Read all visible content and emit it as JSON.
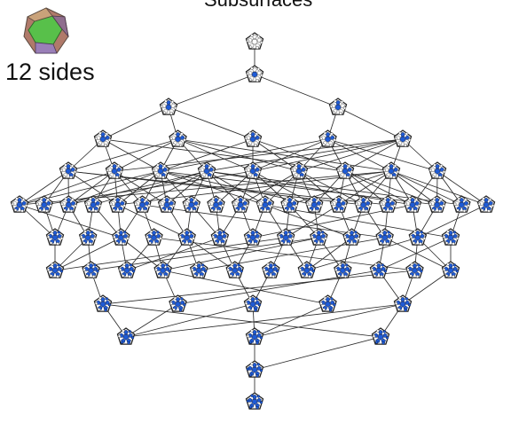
{
  "header": {
    "title": "Subsurfaces",
    "sides_label": "12 sides"
  },
  "icons": {
    "logo": "dodecahedron-icon",
    "node": "pentagon-face-icon"
  },
  "colors": {
    "face_fill": "#1e5bd6",
    "face_stroke": "#0b1f52",
    "empty_face": "#ffffff",
    "edge": "#2b2b2b"
  },
  "lattice": {
    "rank_sizes": [
      1,
      1,
      2,
      5,
      9,
      20,
      13,
      12,
      5,
      3,
      1,
      1
    ],
    "filled_faces_by_rank": [
      0,
      1,
      2,
      3,
      4,
      5,
      7,
      8,
      9,
      10,
      11,
      12
    ]
  }
}
